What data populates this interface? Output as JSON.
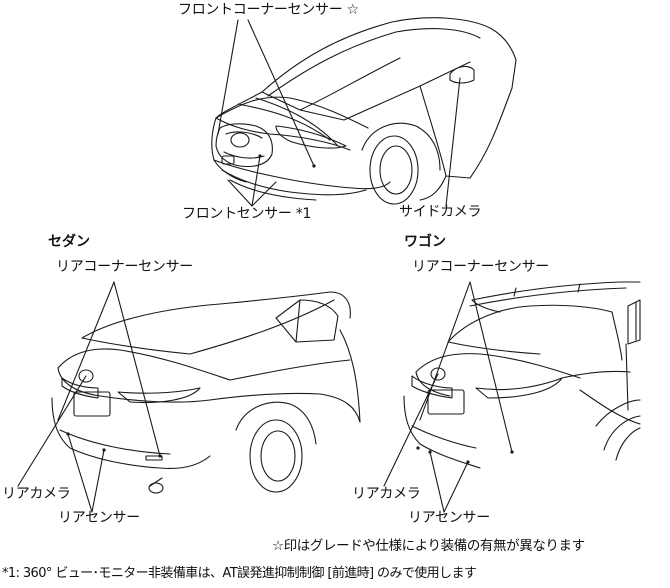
{
  "front": {
    "front_corner_sensor": "フロントコーナーセンサー ☆",
    "front_sensor": "フロントセンサー *1",
    "side_camera": "サイドカメラ"
  },
  "sedan": {
    "heading": "セダン",
    "rear_corner_sensor": "リアコーナーセンサー",
    "rear_camera": "リアカメラ",
    "rear_sensor": "リアセンサー"
  },
  "wagon": {
    "heading": "ワゴン",
    "rear_corner_sensor": "リアコーナーセンサー",
    "rear_camera": "リアカメラ",
    "rear_sensor": "リアセンサー"
  },
  "notes": {
    "grade_note": "☆印はグレードや仕様により装備の有無が異なります",
    "footnote": "*1: 360° ビュー･モニター非装備車は、AT誤発進抑制制御 [前進時] のみで使用します"
  },
  "colors": {
    "line": "#1a1a1a"
  }
}
